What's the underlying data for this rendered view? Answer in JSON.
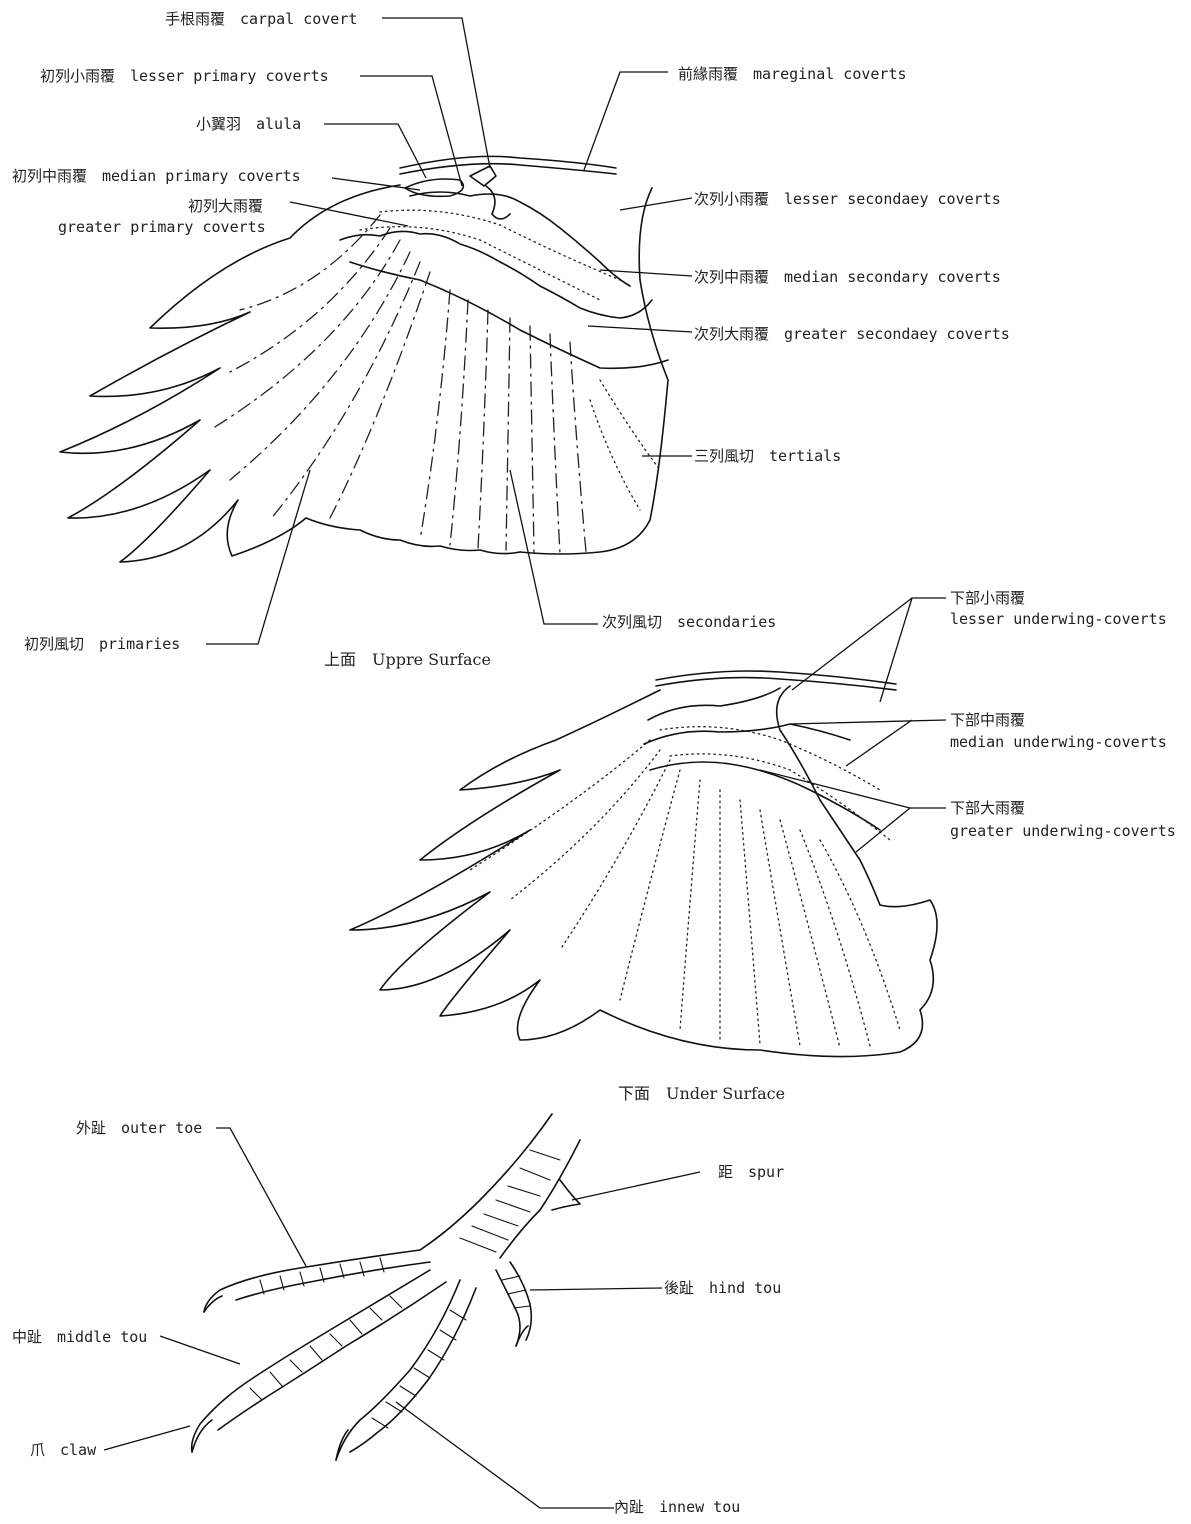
{
  "upper_wing": {
    "caption": "上面　Uppre Surface",
    "labels": {
      "carpal_covert": "手根雨覆　carpal covert",
      "lesser_primary_coverts": "初列小雨覆　lesser primary coverts",
      "alula": "小翼羽　alula",
      "median_primary_coverts": "初列中雨覆　median primary coverts",
      "greater_primary_coverts_jp": "初列大雨覆",
      "greater_primary_coverts_en": "greater primary coverts",
      "marginal_coverts": "前緣雨覆　mareginal coverts",
      "lesser_secondary_coverts": "次列小雨覆　lesser secondaey coverts",
      "median_secondary_coverts": "次列中雨覆　median secondary coverts",
      "greater_secondary_coverts": "次列大雨覆　greater secondaey coverts",
      "tertials": "三列風切　tertials",
      "secondaries": "次列風切　secondaries",
      "primaries": "初列風切　primaries"
    }
  },
  "under_wing": {
    "caption": "下面　Under Surface",
    "labels": {
      "lesser_underwing_jp": "下部小雨覆",
      "lesser_underwing_en": "lesser underwing-coverts",
      "median_underwing_jp": "下部中雨覆",
      "median_underwing_en": "median underwing-coverts",
      "greater_underwing_jp": "下部大雨覆",
      "greater_underwing_en": "greater underwing-coverts"
    }
  },
  "foot": {
    "labels": {
      "outer_toe": "外趾　outer toe",
      "spur": "距　spur",
      "hind_toe": "後趾　hind tou",
      "middle_toe": "中趾　middle tou",
      "claw": "爪　claw",
      "inner_toe": "內趾　innew tou"
    }
  }
}
